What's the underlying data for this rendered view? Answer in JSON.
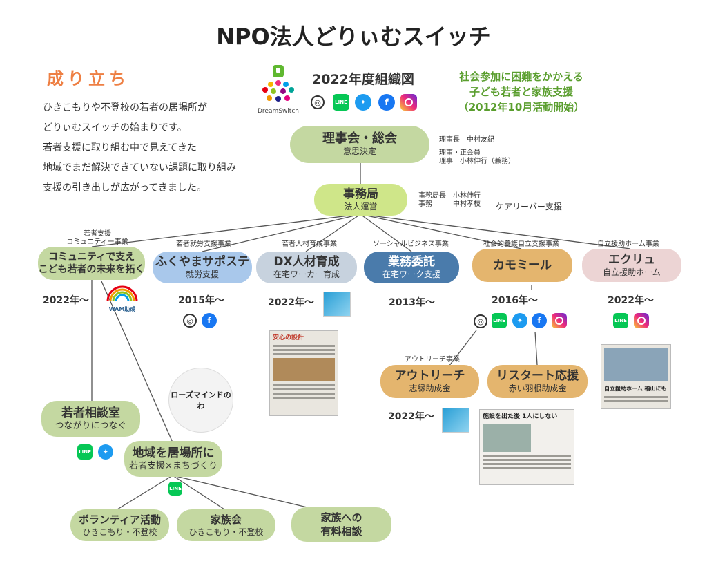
{
  "title": "NPO法人どりぃむスイッチ",
  "origin": {
    "heading": "成り立ち",
    "lines": [
      "ひきこもりや不登校の若者の居場所が",
      "どりぃむスイッチの始まりです。",
      "若者支援に取り組む中で見えてきた",
      "地域でまだ解決できていない課題に取り組み",
      "支援の引き出しが広がってきました。"
    ]
  },
  "logo_text": "DreamSwitch",
  "subtitle": "2022年度組織図",
  "mission": [
    "社会参加に困難をかかえる",
    "子ども若者と家族支援",
    "（2012年10月活動開始）"
  ],
  "board": {
    "title": "理事会・総会",
    "sub": "意思決定",
    "members": [
      "理事長　中村友紀",
      "理事・正会員",
      "理事　小林伸行（兼務）"
    ]
  },
  "office": {
    "title": "事務局",
    "sub": "法人運営",
    "members": [
      "事務局長　小林伸行",
      "事務　　　中村孝枝"
    ],
    "note": "ケアリーバー支援"
  },
  "units": [
    {
      "cat": "若者支援",
      "cat2": "コミュニティー事業",
      "title": "コミュニティで支え",
      "title2": "こども若者の未来を拓く",
      "year": "2022年〜",
      "logo": "WAM助成"
    },
    {
      "cat": "若者就労支援事業",
      "title": "ふくやまサポステ",
      "sub": "就労支援",
      "year": "2015年〜"
    },
    {
      "cat": "若者人材育成事業",
      "title": "DX人材育成",
      "sub": "在宅ワーカー育成",
      "year": "2022年〜"
    },
    {
      "cat": "ソーシャルビジネス事業",
      "title": "業務委託",
      "sub": "在宅ワーク支援",
      "year": "2013年〜"
    },
    {
      "cat": "社会的養護自立支援事業",
      "title": "カモミール",
      "year": "2016年〜"
    },
    {
      "cat": "自立援助ホーム事業",
      "title": "エクリュ",
      "sub": "自立援助ホーム",
      "year": "2022年〜"
    }
  ],
  "outreach": {
    "cat": "アウトリーチ事業",
    "title": "アウトリーチ",
    "sub": "志縁助成金",
    "year": "2022年〜"
  },
  "restart": {
    "title": "リスタート応援",
    "sub": "赤い羽根助成金"
  },
  "rosemind": {
    "title": "ローズマインドのわ"
  },
  "youth_room": {
    "title": "若者相談室",
    "sub": "つながりにつなぐ"
  },
  "local": {
    "title": "地域を居場所に",
    "sub": "若者支援×まちづくり"
  },
  "volunteer": {
    "title": "ボランティア活動",
    "sub": "ひきこもり・不登校"
  },
  "family": {
    "title": "家族会",
    "sub": "ひきこもり・不登校"
  },
  "family_paid": {
    "title": "家族への",
    "title2": "有料相談"
  },
  "news": {
    "headline": "施設を出た後 1人にしない",
    "clip1": "安心の設計",
    "clip3": "自立援助ホーム 福山にも"
  },
  "colors": {
    "accent_orange": "#ee7f43",
    "mission_green": "#5a9e2e",
    "navy": "#4a7bab"
  }
}
